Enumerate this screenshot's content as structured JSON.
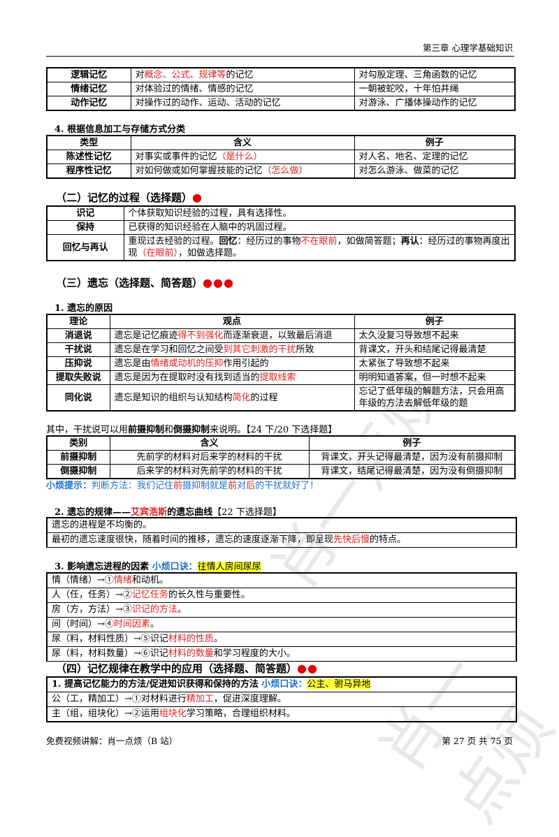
{
  "header": {
    "chapter": "第三章 心理学基础知识"
  },
  "table1": {
    "rows": [
      {
        "type": "逻辑记忆",
        "pre": "对",
        "red": "概念、公式、规律等",
        "post": "的记忆",
        "example": "对勾股定理、三角函数的记忆"
      },
      {
        "type": "情绪记忆",
        "pre": "对体验过的情绪、情感的记忆",
        "red": "",
        "post": "",
        "example": "一朝被蛇咬，十年怕井绳"
      },
      {
        "type": "动作记忆",
        "pre": "对操作过的动作、运动、活动的记忆",
        "red": "",
        "post": "",
        "example": "对游泳、广播体操动作的记忆"
      }
    ]
  },
  "sec4": {
    "title": "4. 根据信息加工与存储方式分类",
    "headers": [
      "类型",
      "含义",
      "例子"
    ],
    "rows": [
      {
        "type": "陈述性记忆",
        "pre": "对事实或事件的记忆",
        "red": "（是什么）",
        "example": "对人名、地名、定理的记忆"
      },
      {
        "type": "程序性记忆",
        "pre": "对如何做或如何掌握技能的记忆",
        "red": "（怎么做）",
        "example": "对怎么游泳、做菜的记忆"
      }
    ]
  },
  "sec2": {
    "title": "（二）记忆的过程（选择题）",
    "dots": "●",
    "rows": [
      {
        "k": "识记",
        "v": "个体获取知识经验的过程，具有选择性。"
      },
      {
        "k": "保持",
        "v": "已获得的知识经验在人脑中的巩固过程。"
      }
    ],
    "recall": {
      "k": "回忆与再认",
      "p1": "重现过去经验的过程。",
      "b1": "回忆",
      "p2": "：经历过的事物",
      "r1": "不在眼前",
      "p3": "，如做简答题；",
      "b2": "再认",
      "p4": "：经历过的事物再度出现",
      "r2": "（在眼前）",
      "p5": "，如做选择题。"
    }
  },
  "sec3": {
    "title": "（三）遗忘（选择题、简答题）",
    "dots": "●●●",
    "sub1": "1. 遗忘的原因",
    "headers": [
      "理论",
      "观点",
      "例子"
    ],
    "rows": [
      {
        "k": "消退说",
        "a": "遗忘是记忆痕迹",
        "r": "得不到强化",
        "b": "而逐渐衰退，以致最后消退",
        "ex": "太久没复习导致想不起来"
      },
      {
        "k": "干扰说",
        "a": "遗忘是在学习和回忆之间受",
        "r": "到其它刺激的干扰",
        "b": "所致",
        "ex": "背课文，开头和结尾记得最清楚"
      },
      {
        "k": "压抑说",
        "a": "遗忘是由",
        "r": "情绪或动机的压抑",
        "b": "作用引起的",
        "ex": "太紧张了导致想不起来"
      },
      {
        "k": "提取失败说",
        "a": "遗忘是因为在提取时没有找到适当的",
        "r": "提取线索",
        "b": "",
        "ex": "明明知道答案，但一时想不起来"
      },
      {
        "k": "同化说",
        "a": "遗忘是知识的组织与认知结构",
        "r": "简化",
        "b": "的过程",
        "ex": "忘记了低年级的解题方法，只会用高年级的方法去解低年级的题"
      }
    ],
    "interference_note": {
      "a": "其中，干扰说可以用",
      "b1": "前摄抑制",
      "m": "和",
      "b2": "倒摄抑制",
      "c": "来说明。【24 下/20 下选择题】"
    },
    "inhib_headers": [
      "类别",
      "含义",
      "例子"
    ],
    "inhib_rows": [
      {
        "k": "前摄抑制",
        "v": "先前学的材料对后来学的材料的干扰",
        "ex": "背课文，开头记得最清楚，因为没有前摄抑制"
      },
      {
        "k": "倒摄抑制",
        "v": "后来学的材料对先前学的材料的干扰",
        "ex": "背课文，结尾记得最清楚，因为没有倒摄抑制"
      }
    ],
    "tip": {
      "label": "小烦提示：",
      "a": "判断方法：我们记住",
      "r1": "前",
      "b": "摄抑制就是",
      "r2": "前",
      "c": "对",
      "r3": "后",
      "d": "的干扰就好了！"
    },
    "sub2": {
      "a": "2. 遗忘的规律——",
      "r": "艾宾浩斯",
      "b": "的遗忘曲线",
      "c": "【22 下选择题】"
    },
    "law_lines": [
      {
        "a": "遗忘的进程是不均衡的。",
        "r": "",
        "b": ""
      },
      {
        "a": "最初的遗忘速度很快，随着时间的推移，遗忘的速度逐渐下降，即呈现",
        "r": "先快后慢",
        "b": "的特点。"
      }
    ],
    "sub3": {
      "a": "3. 影响遗忘进程的因素",
      "label": "小烦口诀：",
      "hl": "往情人房间尿尿"
    },
    "factors": [
      {
        "a": "情（情绪）→①",
        "r": "情绪",
        "b": "和动机。"
      },
      {
        "a": "人（任，任务）→②",
        "r": "记忆任务",
        "b": "的长久性与重要性。"
      },
      {
        "a": "房（方，方法）→③",
        "r": "识记的方法",
        "b": "。"
      },
      {
        "a": "间（时间）→④",
        "r": "时间因素",
        "b": "。"
      },
      {
        "a": "尿（料，材料性质）→⑤识记",
        "r": "材料的性质",
        "b": "。"
      },
      {
        "a": "尿（料，材料数量）→⑥识记",
        "r": "材料的数量",
        "b": "和学习程度的大小。"
      }
    ]
  },
  "sec4b": {
    "title": "（四）记忆规律在教学中的应用（选择题、简答题）",
    "dots": "●●",
    "sub1": {
      "a": "1. 提高记忆能力的方法/促进知识获得和保持的方法",
      "label": "小烦口诀：",
      "hl": "公主、驸马异地"
    },
    "lines": [
      {
        "a": "公（工，精加工）→①对材料进行",
        "r": "精加工",
        "b": "，促进深度理解。"
      },
      {
        "a": "主（组，组块化）→②运用",
        "r": "组块化",
        "b": "学习策略，合理组织材料。"
      }
    ]
  },
  "footer": {
    "left": "免费视频讲解：肖一点烦（B 站）",
    "right": "第 27 页 共 75 页"
  },
  "watermark": {
    "text1": "肖一点烦",
    "text2": "肖一点烦"
  }
}
